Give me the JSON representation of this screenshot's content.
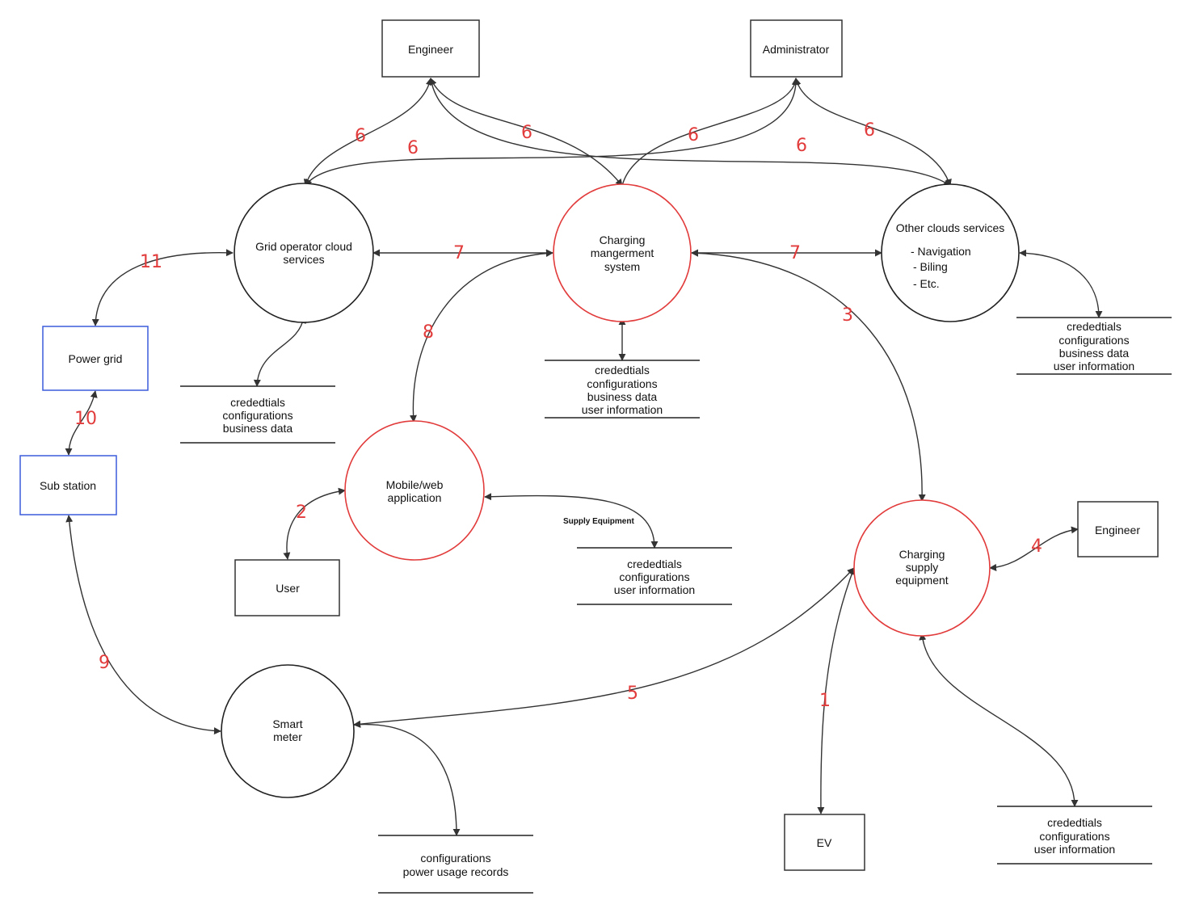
{
  "colors": {
    "external_entity_border": "#333333",
    "highlight_process_border": "#e23b3b",
    "grid_entity_border": "#3b5bdb",
    "flow_number": "#e23b3b",
    "line": "#333333"
  },
  "entities": {
    "engineer_top": "Engineer",
    "administrator": "Administrator",
    "power_grid": "Power grid",
    "sub_station": "Sub station",
    "user": "User",
    "engineer_right": "Engineer",
    "ev": "EV"
  },
  "processes": {
    "grid_cloud": [
      "Grid operator cloud",
      "services"
    ],
    "cms": [
      "Charging",
      "mangerment",
      "system"
    ],
    "other_clouds": [
      "Other clouds services",
      "- Navigation",
      "- Biling",
      "- Etc."
    ],
    "mobile_app": [
      "Mobile/web",
      "application"
    ],
    "cse": [
      "Charging",
      "supply",
      "equipment"
    ],
    "smart_meter": [
      "Smart",
      "meter"
    ]
  },
  "stores": {
    "grid_store": [
      "crededtials",
      "configurations",
      "business data"
    ],
    "cms_store": [
      "crededtials",
      "configurations",
      "business data",
      "user information"
    ],
    "other_store": [
      "crededtials",
      "configurations",
      "business data",
      "user information"
    ],
    "app_store": [
      "crededtials",
      "configurations",
      "user information"
    ],
    "cse_store": [
      "crededtials",
      "configurations",
      "user information"
    ],
    "meter_store": [
      "configurations",
      "power usage records"
    ]
  },
  "notes": {
    "supply_equipment": "Supply Equipment"
  },
  "flow_numbers": {
    "f6a": "6",
    "f6b": "6",
    "f6c": "6",
    "f6d": "6",
    "f6e": "6",
    "f6f": "6",
    "f7a": "7",
    "f7b": "7",
    "f11": "11",
    "f10": "10",
    "f9": "9",
    "f8": "8",
    "f3": "3",
    "f2": "2",
    "f4": "4",
    "f5": "5",
    "f1": "1"
  }
}
